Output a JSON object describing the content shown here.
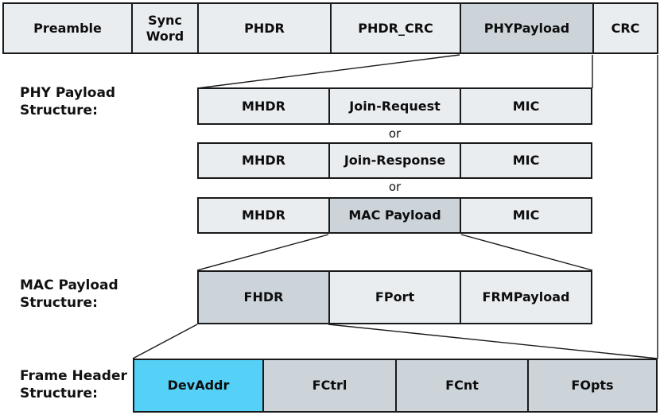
{
  "colors": {
    "light": "#e9edf0",
    "dark": "#ccd4da",
    "blue": "#55d1f7",
    "border": "#1a1a1a",
    "text": "#0d0d0d"
  },
  "top_row": {
    "cells": [
      {
        "label": "Preamble",
        "fill": "light"
      },
      {
        "label": "Sync Word",
        "fill": "light"
      },
      {
        "label": "PHDR",
        "fill": "light"
      },
      {
        "label": "PHDR_CRC",
        "fill": "light"
      },
      {
        "label": "PHYPayload",
        "fill": "dark"
      },
      {
        "label": "CRC",
        "fill": "light"
      }
    ]
  },
  "section_labels": {
    "phy": "PHY Payload Structure:",
    "mac": "MAC Payload Structure:",
    "frame": "Frame Header Structure:"
  },
  "or_separator": "or",
  "phy_payload_rows": [
    {
      "cells": [
        {
          "label": "MHDR",
          "fill": "light"
        },
        {
          "label": "Join-Request",
          "fill": "light"
        },
        {
          "label": "MIC",
          "fill": "light"
        }
      ]
    },
    {
      "cells": [
        {
          "label": "MHDR",
          "fill": "light"
        },
        {
          "label": "Join-Response",
          "fill": "light"
        },
        {
          "label": "MIC",
          "fill": "light"
        }
      ]
    },
    {
      "cells": [
        {
          "label": "MHDR",
          "fill": "light"
        },
        {
          "label": "MAC Payload",
          "fill": "dark"
        },
        {
          "label": "MIC",
          "fill": "light"
        }
      ]
    }
  ],
  "mac_payload_row": {
    "cells": [
      {
        "label": "FHDR",
        "fill": "dark"
      },
      {
        "label": "FPort",
        "fill": "light"
      },
      {
        "label": "FRMPayload",
        "fill": "light"
      }
    ]
  },
  "frame_header_row": {
    "cells": [
      {
        "label": "DevAddr",
        "fill": "blue"
      },
      {
        "label": "FCtrl",
        "fill": "dark"
      },
      {
        "label": "FCnt",
        "fill": "dark"
      },
      {
        "label": "FOpts",
        "fill": "dark"
      }
    ]
  }
}
